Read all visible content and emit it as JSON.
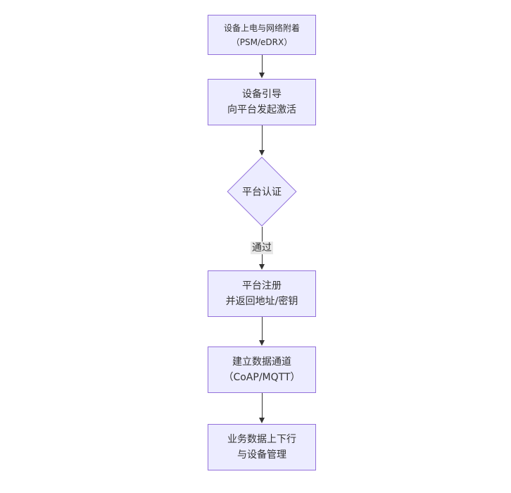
{
  "diagram": {
    "type": "flowchart",
    "direction": "top-down",
    "nodes": [
      {
        "id": "A",
        "shape": "rect",
        "lines": [
          "设备上电与网络附着",
          "（PSM/eDRX）"
        ]
      },
      {
        "id": "B",
        "shape": "rect",
        "lines": [
          "设备引导",
          "向平台发起激活"
        ]
      },
      {
        "id": "C",
        "shape": "diamond",
        "lines": [
          "平台认证"
        ]
      },
      {
        "id": "D",
        "shape": "rect",
        "lines": [
          "平台注册",
          "并返回地址/密钥"
        ]
      },
      {
        "id": "E",
        "shape": "rect",
        "lines": [
          "建立数据通道",
          "（CoAP/MQTT）"
        ]
      },
      {
        "id": "F",
        "shape": "rect",
        "lines": [
          "业务数据上下行",
          "与设备管理"
        ]
      }
    ],
    "edges": [
      {
        "from": "A",
        "to": "B",
        "label": ""
      },
      {
        "from": "B",
        "to": "C",
        "label": ""
      },
      {
        "from": "C",
        "to": "D",
        "label": "通过"
      },
      {
        "from": "D",
        "to": "E",
        "label": ""
      },
      {
        "from": "E",
        "to": "F",
        "label": ""
      }
    ],
    "colors": {
      "node_fill": "#ECECFF",
      "node_border": "#9370DB",
      "arrow": "#333333",
      "text": "#333333",
      "edge_label_bg": "#e8e8e8",
      "background": "#ffffff"
    }
  }
}
